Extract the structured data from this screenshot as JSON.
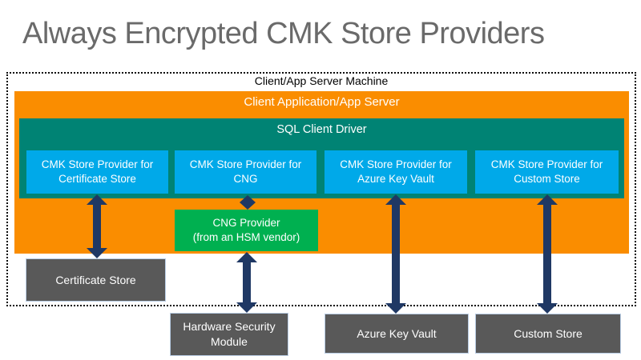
{
  "title": "Always Encrypted CMK Store Providers",
  "machine": {
    "label": "Client/App Server Machine"
  },
  "app_server": {
    "label": "Client Application/App Server"
  },
  "sql_driver": {
    "label": "SQL Client Driver"
  },
  "providers": [
    {
      "line1": "CMK Store Provider for",
      "line2": "Certificate Store"
    },
    {
      "line1": "CMK Store Provider for",
      "line2": "CNG"
    },
    {
      "line1": "CMK Store Provider for",
      "line2": "Azure Key Vault"
    },
    {
      "line1": "CMK Store Provider for",
      "line2": "Custom Store"
    }
  ],
  "cng_provider": {
    "line1": "CNG Provider",
    "line2": "(from an HSM vendor)"
  },
  "stores": {
    "certificate": "Certificate Store",
    "hsm": "Hardware Security Module",
    "azure_key_vault": "Azure Key Vault",
    "custom": "Custom Store"
  },
  "colors": {
    "orange": "#FA8D00",
    "teal": "#008374",
    "blue": "#00A9E9",
    "green": "#00B050",
    "arrow_navy": "#1F3864",
    "store_gray": "#595959",
    "store_border": "#B9CDE5",
    "title_gray": "#6A6A6A"
  }
}
